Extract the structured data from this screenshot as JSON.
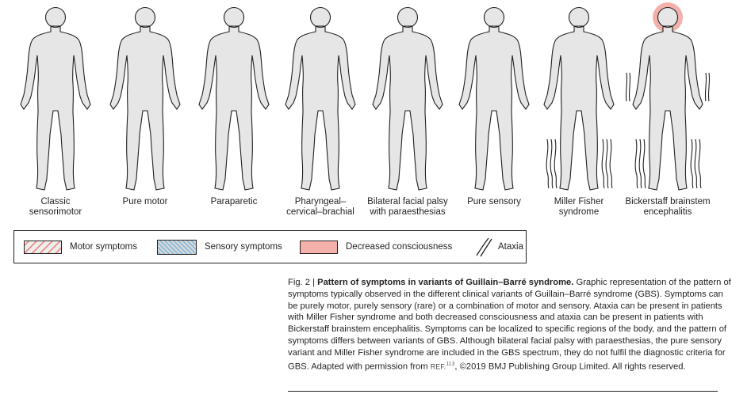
{
  "figures": [
    {
      "label": "Classic\nsensorimotor",
      "pattern": "sensory-full"
    },
    {
      "label": "Pure motor",
      "pattern": "motor-full"
    },
    {
      "label": "Paraparetic",
      "pattern": "lower-sensory"
    },
    {
      "label": "Pharyngeal–\ncervical–brachial",
      "pattern": "upper-sensory"
    },
    {
      "label": "Bilateral facial palsy\nwith paraesthesias",
      "pattern": "facial-distal"
    },
    {
      "label": "Pure sensory",
      "pattern": "distal-sensory"
    },
    {
      "label": "Miller Fisher\nsyndrome",
      "pattern": "miller-fisher"
    },
    {
      "label": "Bickerstaff brainstem\nencephalitis",
      "pattern": "bickerstaff"
    }
  ],
  "legend": {
    "motor": "Motor symptoms",
    "sensory": "Sensory symptoms",
    "consciousness": "Decreased consciousness",
    "ataxia": "Ataxia"
  },
  "caption": {
    "prefix": "Fig. 2 | ",
    "title": "Pattern of symptoms in variants of Guillain–Barré syndrome.",
    "body": " Graphic representation of the pattern of symptoms typically observed in the different clinical variants of Guillain–Barré syndrome (GBS). Symptoms can be purely motor, purely sensory (rare) or a combination of motor and sensory. Ataxia can be present in patients with Miller Fisher syndrome and both decreased consciousness and ataxia can be present in patients with Bickerstaff brainstem encephalitis. Symptoms can be localized to specific regions of the body, and the pattern of symptoms differs between variants of GBS. Although bilateral facial palsy with paraesthesias, the pure sensory variant and Miller Fisher syndrome are included in the GBS spectrum, they do not fulfil the diagnostic criteria for GBS. Adapted with permission from ",
    "ref": "REF.",
    "ref_num": "113",
    "tail": ", ©2019 BMJ Publishing Group Limited. All rights reserved."
  },
  "colors": {
    "motor": "#e8776b",
    "sensory": "#6fb0d9",
    "consciousness": "#f4b0aa",
    "body": "#e6e6e6",
    "outline": "#231f20"
  }
}
